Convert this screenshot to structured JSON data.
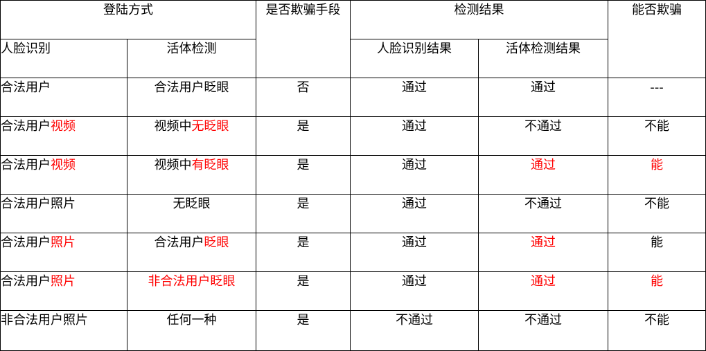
{
  "header": {
    "login_method": "登陆方式",
    "is_fraud": "是否欺骗手段",
    "detection_result": "检测结果",
    "can_deceive": "能否欺骗",
    "face_recognition": "人脸识别",
    "liveness_detection": "活体检测",
    "face_result": "人脸识别结果",
    "liveness_result": "活体检测结果"
  },
  "rows": [
    {
      "face_a": "合法用户",
      "face_b": "",
      "live_a": "合法用户眨眼",
      "live_b": "",
      "live_c": "",
      "fraud": "否",
      "face_res": "通过",
      "live_res": "通过",
      "can": "---"
    },
    {
      "face_a": "合法用户",
      "face_b": "视频",
      "live_a": "视频中",
      "live_b": "无眨眼",
      "live_c": "",
      "fraud": "是",
      "face_res": "通过",
      "live_res": "不通过",
      "can": "不能"
    },
    {
      "face_a": "合法用户",
      "face_b": "视频",
      "live_a": "视频中",
      "live_b": "有眨眼",
      "live_c": "",
      "fraud": "是",
      "face_res": "通过",
      "live_res": "通过",
      "can": "能"
    },
    {
      "face_a": "合法用户照片",
      "face_b": "",
      "live_a": "无眨眼",
      "live_b": "",
      "live_c": "",
      "fraud": "是",
      "face_res": "通过",
      "live_res": "不通过",
      "can": "不能"
    },
    {
      "face_a": "合法用户",
      "face_b": "照片",
      "live_a": "合法用户",
      "live_b": "眨眼",
      "live_c": "",
      "fraud": "是",
      "face_res": "通过",
      "live_res": "通过",
      "can": "能"
    },
    {
      "face_a": "合法用户",
      "face_b": "照片",
      "live_a": "",
      "live_b": "非合法用户眨眼",
      "live_c": "",
      "fraud": "是",
      "face_res": "通过",
      "live_res": "通过",
      "can": "能"
    },
    {
      "face_a": "非合法用户照片",
      "face_b": "",
      "live_a": "任何一种",
      "live_b": "",
      "live_c": "",
      "fraud": "是",
      "face_res": "不通过",
      "live_res": "不通过",
      "can": "不能"
    }
  ],
  "colors": {
    "highlight": "#ff0000",
    "text": "#000000",
    "border": "#000000"
  }
}
